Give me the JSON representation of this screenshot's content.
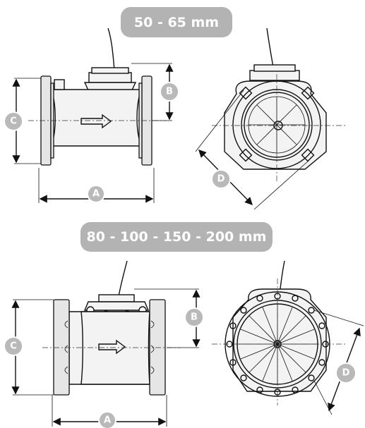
{
  "sections": [
    {
      "size_label": "50 - 65 mm"
    },
    {
      "size_label": "80 - 100 - 150 - 200 mm"
    }
  ],
  "dimension_labels": {
    "a": "A",
    "b": "B",
    "c": "C",
    "d": "D"
  },
  "colors": {
    "pill": "#b3b3b3",
    "badge": "#b9b9b9",
    "line": "#111111"
  }
}
